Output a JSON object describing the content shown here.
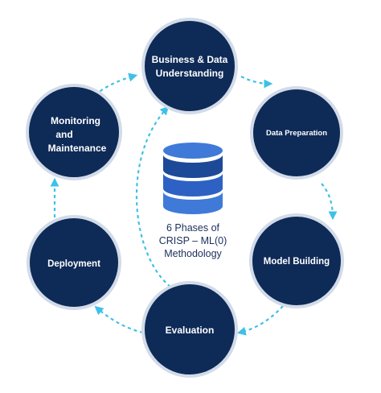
{
  "colors": {
    "circle_fill": "#0e2a57",
    "circle_ring": "#d2dbe8",
    "arrow": "#3ec1e6",
    "db_dark": "#1d4a98",
    "db_mid": "#2d62c4",
    "db_light": "#3f7ad8",
    "center_text": "#1b2f5c"
  },
  "icons": {
    "center": "database-icon"
  },
  "center": {
    "line1": "6 Phases of",
    "line2": "CRISP – ML(0)",
    "line3": "Methodology"
  },
  "phases": {
    "business": {
      "line1": "Business & Data",
      "line2": "Understanding"
    },
    "data_prep": {
      "line1": "Data Preparation"
    },
    "model": {
      "line1": "Model Building"
    },
    "evaluation": {
      "line1": "Evaluation"
    },
    "deployment": {
      "line1": "Deployment"
    },
    "monitoring": {
      "line1": "Monitoring",
      "line2": "and",
      "line3": "Maintenance"
    }
  }
}
